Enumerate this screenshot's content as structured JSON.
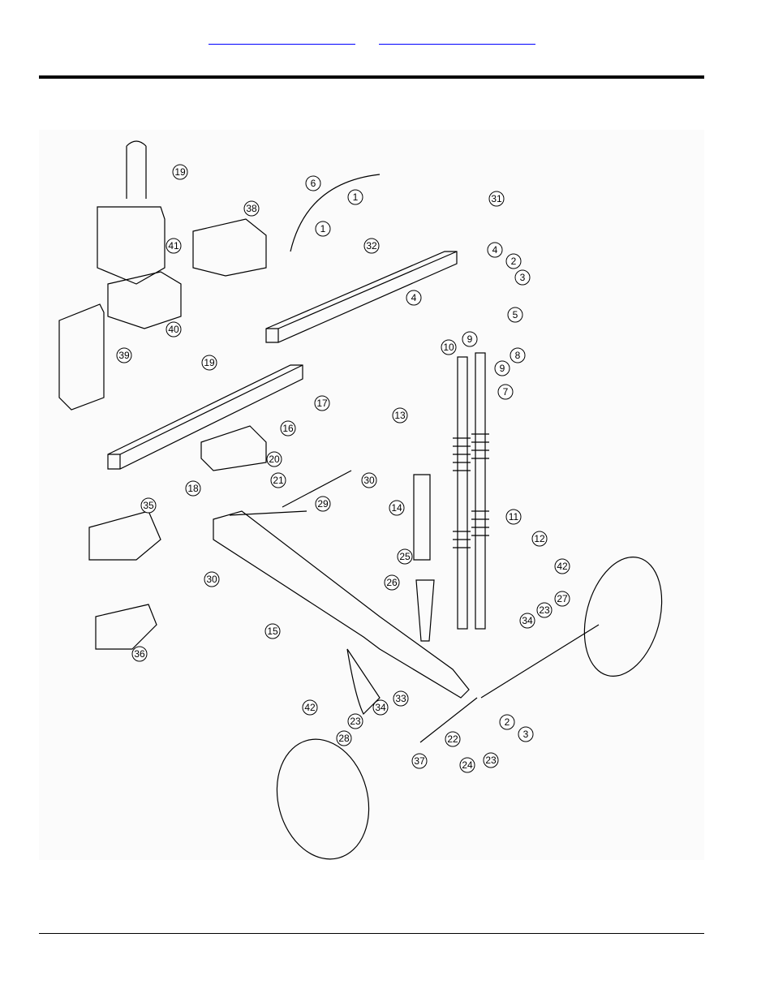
{
  "header": {
    "link_a": "",
    "link_b": ""
  },
  "figure": {
    "callouts": [
      {
        "num": "19"
      },
      {
        "num": "41"
      },
      {
        "num": "38"
      },
      {
        "num": "40"
      },
      {
        "num": "39"
      },
      {
        "num": "6"
      },
      {
        "num": "1"
      },
      {
        "num": "1"
      },
      {
        "num": "31"
      },
      {
        "num": "32"
      },
      {
        "num": "4"
      },
      {
        "num": "2"
      },
      {
        "num": "3"
      },
      {
        "num": "4"
      },
      {
        "num": "5"
      },
      {
        "num": "10"
      },
      {
        "num": "9"
      },
      {
        "num": "8"
      },
      {
        "num": "9"
      },
      {
        "num": "19"
      },
      {
        "num": "17"
      },
      {
        "num": "16"
      },
      {
        "num": "7"
      },
      {
        "num": "13"
      },
      {
        "num": "20"
      },
      {
        "num": "18"
      },
      {
        "num": "21"
      },
      {
        "num": "30"
      },
      {
        "num": "29"
      },
      {
        "num": "14"
      },
      {
        "num": "35"
      },
      {
        "num": "11"
      },
      {
        "num": "12"
      },
      {
        "num": "42"
      },
      {
        "num": "25"
      },
      {
        "num": "30"
      },
      {
        "num": "26"
      },
      {
        "num": "23"
      },
      {
        "num": "27"
      },
      {
        "num": "34"
      },
      {
        "num": "15"
      },
      {
        "num": "36"
      },
      {
        "num": "42"
      },
      {
        "num": "33"
      },
      {
        "num": "23"
      },
      {
        "num": "34"
      },
      {
        "num": "2"
      },
      {
        "num": "28"
      },
      {
        "num": "22"
      },
      {
        "num": "3"
      },
      {
        "num": "37"
      },
      {
        "num": "24"
      },
      {
        "num": "23"
      }
    ]
  }
}
